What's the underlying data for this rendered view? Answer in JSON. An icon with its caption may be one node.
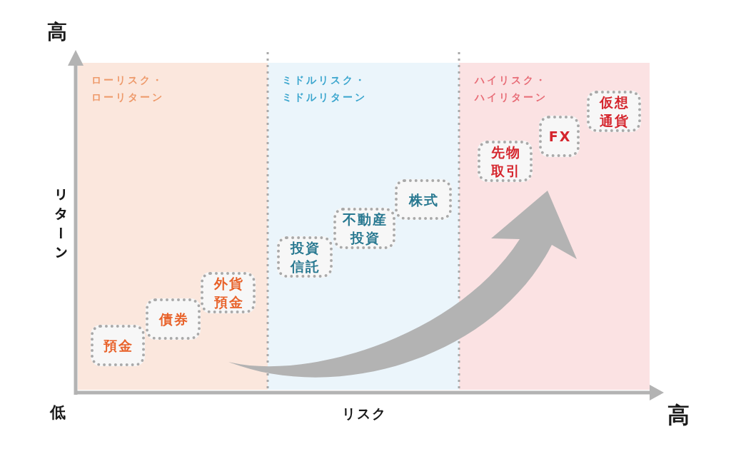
{
  "diagram": {
    "nodes": [
      {
        "text": [
          "ローリスク・ローリターン"
        ]
      },
      {
        "text": [
          "ミドルリスク・ミドルリターン"
        ]
      },
      {
        "text": [
          "ハイリスク・ハイリターン"
        ]
      },
      {
        "text": [
          "預金"
        ],
        "in": 0
      },
      {
        "text": [
          "債券"
        ],
        "in": 0
      },
      {
        "text": [
          "外貨預金"
        ],
        "in": 0
      },
      {
        "text": [
          "投資信託"
        ],
        "in": 1
      },
      {
        "text": [
          "不動産投資"
        ],
        "in": 1
      },
      {
        "text": [
          "株式"
        ],
        "in": 1
      },
      {
        "text": [
          "先物取引"
        ],
        "in": 2
      },
      {
        "text": [
          "FX"
        ],
        "in": 2
      },
      {
        "text": [
          "仮想通貨"
        ],
        "in": 2
      }
    ],
    "labels": [
      "高",
      "リターン",
      "低",
      "リスク",
      "高"
    ]
  }
}
